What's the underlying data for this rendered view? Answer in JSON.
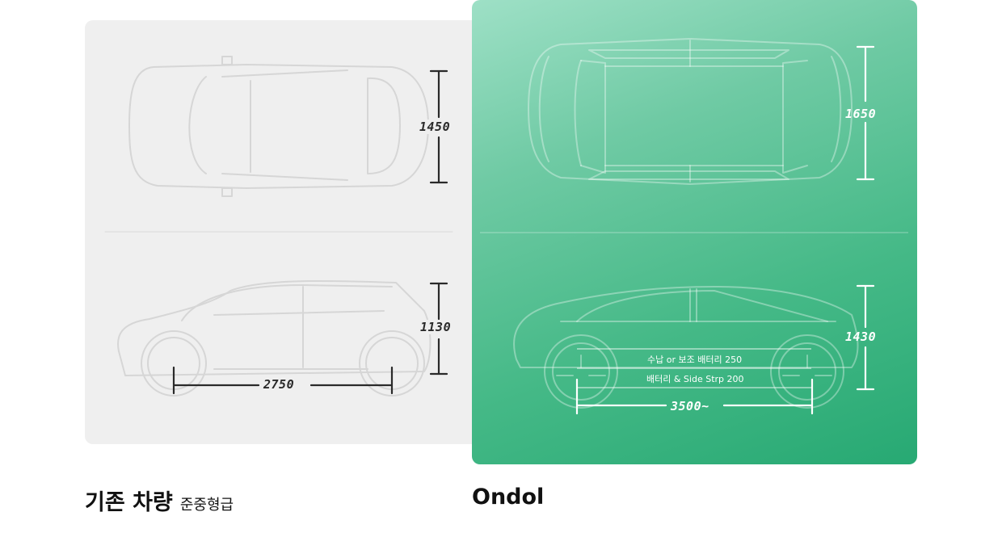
{
  "panels": {
    "existing": {
      "caption": "기존 차량",
      "caption_sub": "준중형급",
      "top_view": {
        "width_label": "1450"
      },
      "side_view": {
        "height_label": "1130",
        "wheelbase_label": "2750"
      },
      "background": "#efefef",
      "line_color": "#2a2a2a"
    },
    "ondol": {
      "caption": "Ondol",
      "top_view": {
        "width_label": "1650"
      },
      "side_view": {
        "height_label": "1430",
        "wheelbase_label": "3500~",
        "layer_1_label": "수납 or 보조 배터리 250",
        "layer_2_label": "배터리 & Side Strp 200"
      },
      "gradient_start": "#9ee0c6",
      "gradient_end": "#27a973",
      "line_color": "#ffffff"
    }
  }
}
